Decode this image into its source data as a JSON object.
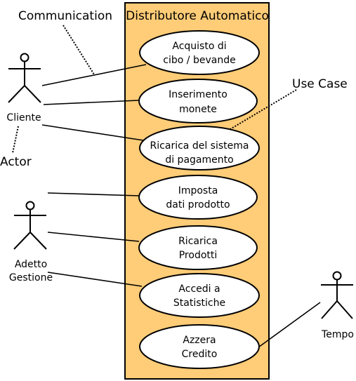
{
  "system": {
    "title": "Distributore Automatico",
    "fill_color": "#ffcc77"
  },
  "annotations": {
    "communication": "Communication",
    "use_case": "Use Case",
    "actor": "Actor"
  },
  "actors": {
    "cliente": {
      "lines": [
        "Cliente"
      ]
    },
    "adetto": {
      "lines": [
        "Adetto",
        "Gestione"
      ]
    },
    "tempo": {
      "lines": [
        "Tempo"
      ]
    }
  },
  "use_cases": [
    {
      "id": "acquisto",
      "lines": [
        "Acquisto di",
        "cibo / bevande"
      ]
    },
    {
      "id": "inserimento",
      "lines": [
        "Inserimento",
        "monete"
      ]
    },
    {
      "id": "ricarica-sistema",
      "lines": [
        "Ricarica del sistema",
        "di pagamento"
      ]
    },
    {
      "id": "imposta",
      "lines": [
        "Imposta",
        "dati prodotto"
      ]
    },
    {
      "id": "ricarica-prodotti",
      "lines": [
        "Ricarica",
        "Prodotti"
      ]
    },
    {
      "id": "accedi",
      "lines": [
        "Accedi a",
        "Statistiche"
      ]
    },
    {
      "id": "azzera",
      "lines": [
        "Azzera",
        "Credito"
      ]
    }
  ]
}
